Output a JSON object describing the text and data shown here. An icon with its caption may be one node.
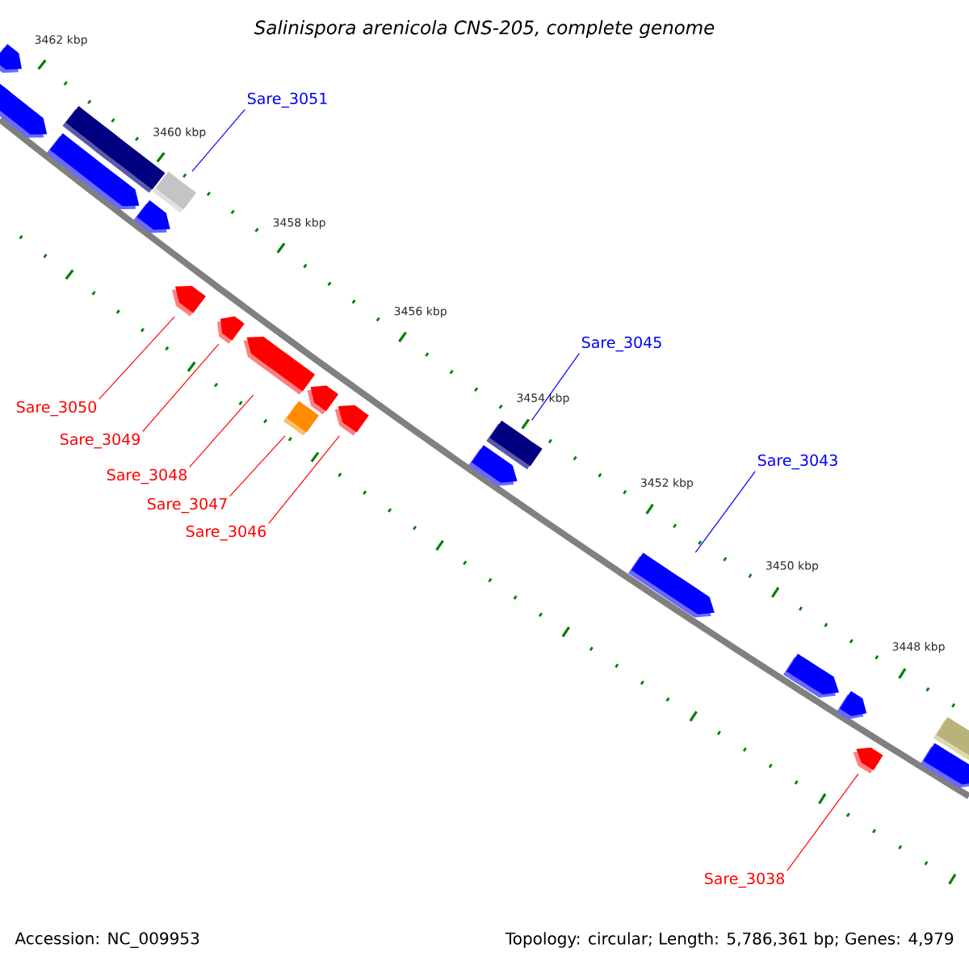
{
  "diagram": {
    "title": "Salinispora arenicola CNS-205, complete genome",
    "nodes": [
      {
        "text": [
          "Sare_3051"
        ]
      },
      {
        "text": [
          "Sare_3045"
        ]
      },
      {
        "text": [
          "Sare_3050"
        ]
      },
      {
        "text": [
          "Sare_3049"
        ]
      },
      {
        "text": [
          "Sare_3043"
        ]
      },
      {
        "text": [
          "Sare_3048"
        ]
      },
      {
        "text": [
          "Sare_3047"
        ]
      },
      {
        "text": [
          "Sare_3046"
        ]
      },
      {
        "text": [
          "Sare_3038"
        ]
      },
      {
        "text": [],
        "shape": "pentagon"
      },
      {
        "text": [],
        "shape": "pentagon"
      },
      {
        "text": [],
        "shape": "box"
      },
      {
        "text": [],
        "shape": "pentagon"
      },
      {
        "text": [],
        "shape": "box"
      },
      {
        "text": [],
        "shape": "pentagon"
      },
      {
        "text": [],
        "shape": "pentagon"
      },
      {
        "text": [],
        "shape": "pentagon"
      },
      {
        "text": [],
        "shape": "pentagon"
      },
      {
        "text": [],
        "shape": "box"
      },
      {
        "text": [],
        "shape": "pentagon"
      },
      {
        "text": [],
        "shape": "pentagon"
      },
      {
        "text": [],
        "shape": "pentagon"
      },
      {
        "text": [],
        "shape": "box"
      },
      {
        "text": [],
        "shape": "pentagon"
      },
      {
        "text": [],
        "shape": "pentagon"
      },
      {
        "text": [],
        "shape": "pentagon"
      },
      {
        "text": [],
        "shape": "pentagon"
      },
      {
        "text": [],
        "shape": "pentagon"
      },
      {
        "text": [],
        "shape": "box"
      }
    ],
    "edges": [
      {
        "from": 0,
        "to": 13,
        "arrow": "none",
        "color": "#0000ff"
      },
      {
        "from": 1,
        "to": 22,
        "arrow": "none",
        "color": "#0000ff"
      },
      {
        "from": 2,
        "to": 15,
        "arrow": "none"
      },
      {
        "from": 3,
        "to": 16,
        "arrow": "none"
      },
      {
        "from": 4,
        "to": 23,
        "arrow": "none",
        "color": "#0000ff"
      },
      {
        "from": 5,
        "to": 17,
        "arrow": "none"
      },
      {
        "from": 6,
        "to": 18,
        "arrow": "none"
      },
      {
        "from": 7,
        "to": 20,
        "arrow": "none"
      },
      {
        "from": 8,
        "to": 26,
        "arrow": "none"
      }
    ],
    "labels": [
      "3462 kbp",
      "3460 kbp",
      "3458 kbp",
      "3456 kbp",
      "3454 kbp",
      "3452 kbp",
      "3450 kbp",
      "3448 kbp",
      "Accession: NC_009953",
      "Topology: circular; Length: 5,786,361 bp; Genes: 4,979"
    ]
  }
}
